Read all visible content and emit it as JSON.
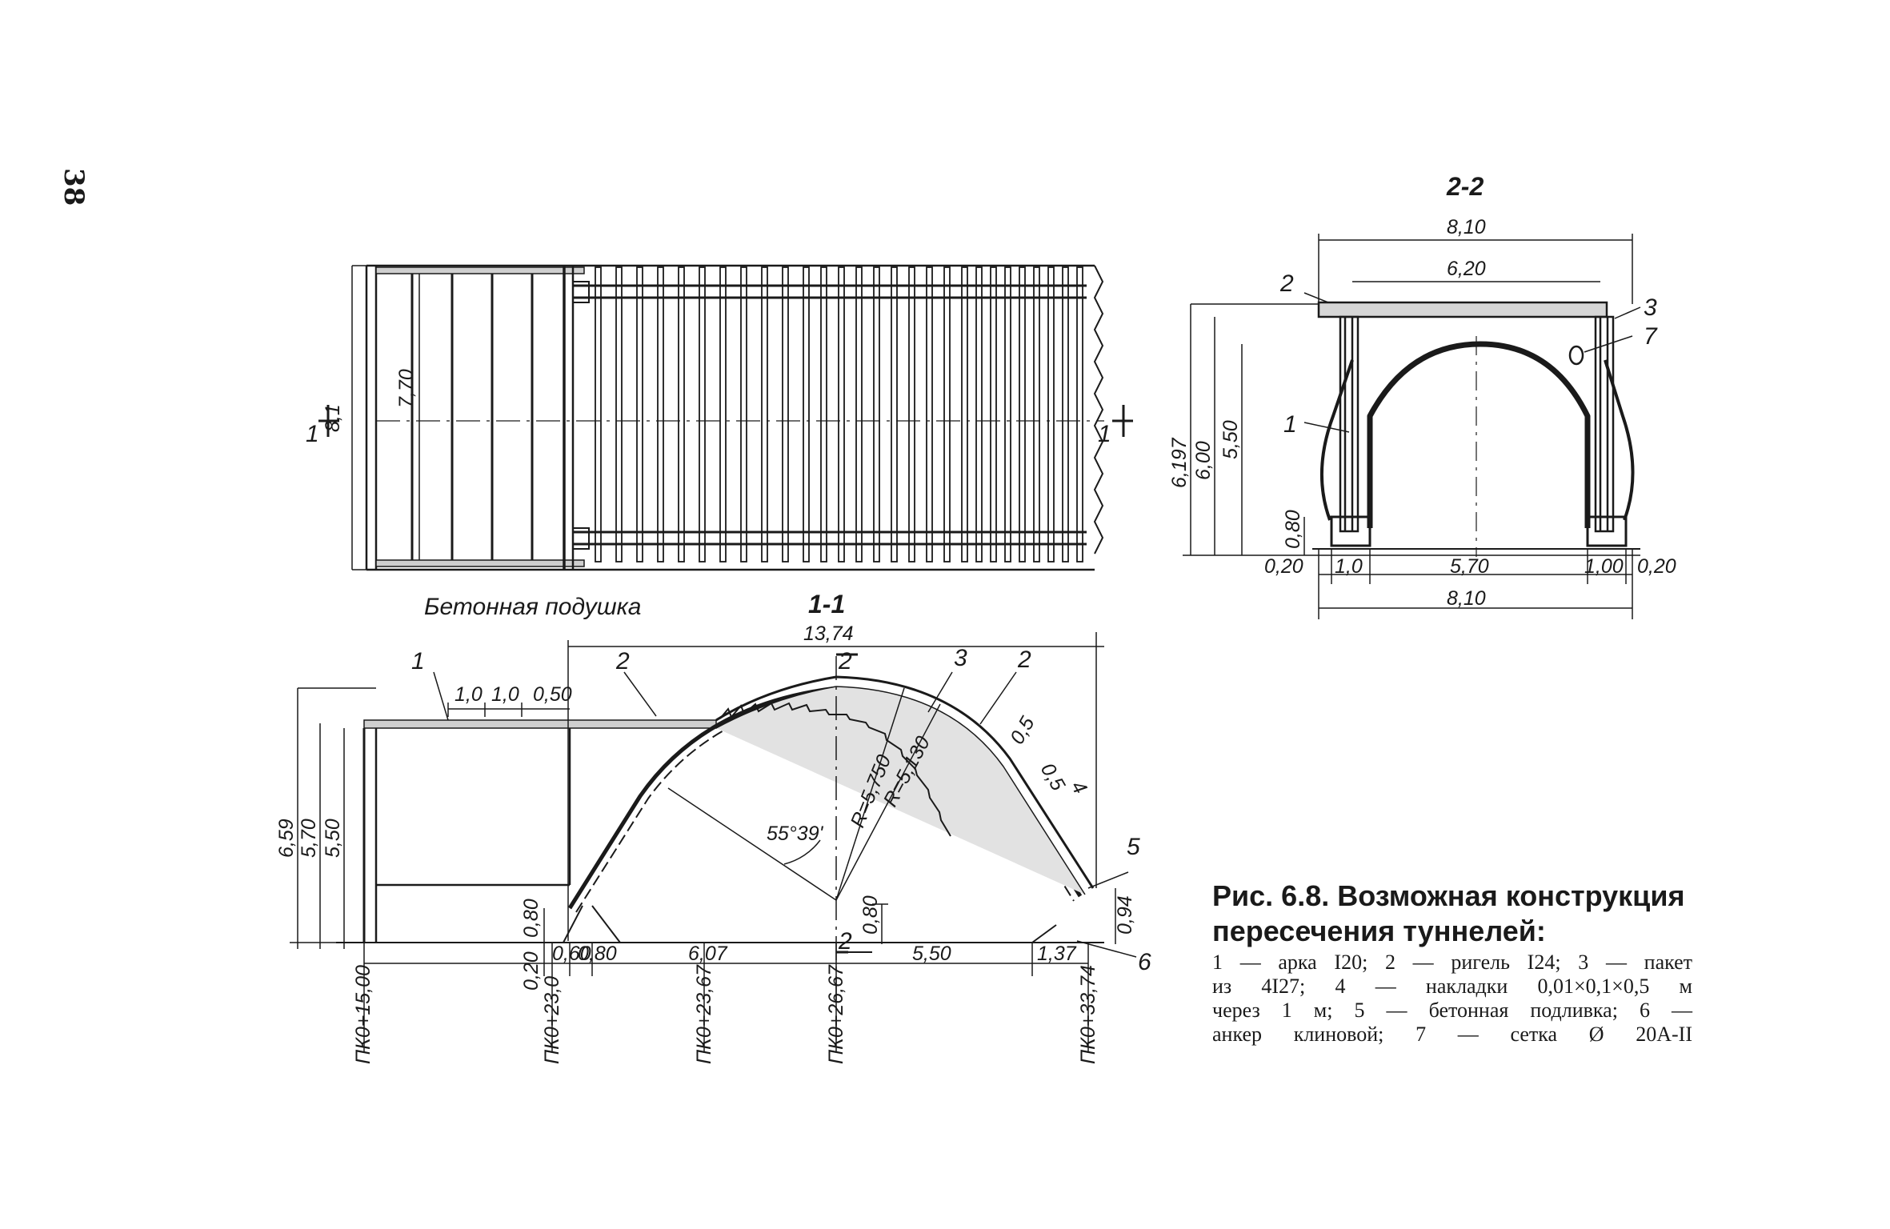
{
  "page_number": "38",
  "plan": {
    "width_label": "8,1",
    "inner_label": "7,70",
    "cut_marks": [
      "1",
      "1"
    ],
    "concrete_label": "Бетонная подушка"
  },
  "section_2_2": {
    "title": "2-2",
    "top_total": "8,10",
    "top_inner": "6,20",
    "heights": [
      "6,197",
      "6,00",
      "5,50",
      "0,80"
    ],
    "bottom_parts": [
      "0,20",
      "1,0",
      "5,70",
      "1,00",
      "0,20"
    ],
    "bottom_total": "8,10",
    "callouts": [
      "2",
      "3",
      "7",
      "1"
    ]
  },
  "section_1_1": {
    "title": "1-1",
    "total_length": "13,74",
    "top_spacing": [
      "1,0",
      "1,0",
      "0,50"
    ],
    "heights": [
      "6,59",
      "5,70",
      "5,50"
    ],
    "small_dims": [
      "0,80",
      "0,20",
      "0,60",
      "0,80",
      "0,80",
      "0,94"
    ],
    "bottom_spans": [
      "6,07",
      "5,50",
      "1,37"
    ],
    "radii": [
      "R=5,750",
      "R=5,130"
    ],
    "angle": "55°39'",
    "lining": [
      "0,5",
      "0,5",
      "4"
    ],
    "callouts": [
      "1",
      "2",
      "3",
      "2",
      "5",
      "6",
      "2",
      "2"
    ],
    "stations": [
      "ПК0+15,00",
      "ПК0+23,0",
      "ПК0+23,67",
      "ПК0+26,67",
      "ПК0+33,74"
    ]
  },
  "caption": {
    "title_line1": "Рис. 6.8. Возможная конструкция",
    "title_line2": "пересечения туннелей:",
    "lines": [
      "1 — арка I20; 2 — ригель I24; 3 — пакет",
      "из 4I27; 4 — накладки 0,01×0,1×0,5 м",
      "через 1 м; 5 — бетонная подливка; 6 —",
      "анкер клиновой; 7 — сетка Ø 20А-II"
    ]
  }
}
